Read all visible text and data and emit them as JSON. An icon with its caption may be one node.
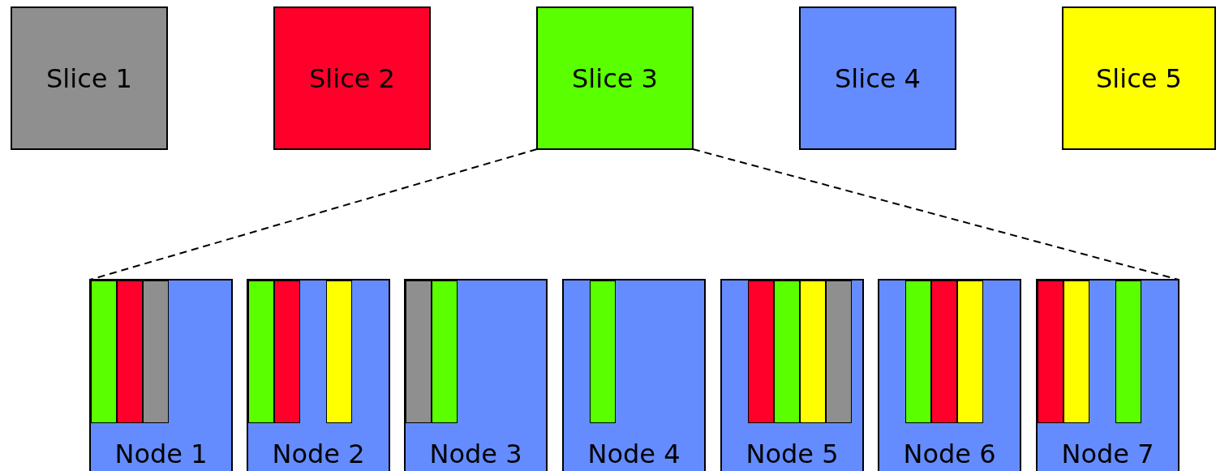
{
  "diagram": {
    "nodes": [
      {
        "text": [
          "Slice 1"
        ]
      },
      {
        "text": [
          "Slice 2"
        ]
      },
      {
        "text": [
          "Slice 3"
        ]
      },
      {
        "text": [
          "Slice 4"
        ]
      },
      {
        "text": [
          "Slice 5"
        ]
      },
      {
        "text": [
          "Node 1"
        ]
      },
      {
        "text": [],
        "shape": "bar",
        "in": 5
      },
      {
        "text": [],
        "shape": "bar",
        "in": 5
      },
      {
        "text": [],
        "shape": "bar",
        "in": 5
      },
      {
        "text": [
          "Node 2"
        ]
      },
      {
        "text": [],
        "shape": "bar",
        "in": 9
      },
      {
        "text": [],
        "shape": "bar",
        "in": 9
      },
      {
        "text": [],
        "shape": "bar",
        "in": 9
      },
      {
        "text": [
          "Node 3"
        ]
      },
      {
        "text": [],
        "shape": "bar",
        "in": 13
      },
      {
        "text": [],
        "shape": "bar",
        "in": 13
      },
      {
        "text": [
          "Node 4"
        ]
      },
      {
        "text": [],
        "shape": "bar",
        "in": 16
      },
      {
        "text": [
          "Node 5"
        ]
      },
      {
        "text": [],
        "shape": "bar",
        "in": 18
      },
      {
        "text": [],
        "shape": "bar",
        "in": 18
      },
      {
        "text": [],
        "shape": "bar",
        "in": 18
      },
      {
        "text": [],
        "shape": "bar",
        "in": 18
      },
      {
        "text": [
          "Node 6"
        ]
      },
      {
        "text": [],
        "shape": "bar",
        "in": 23
      },
      {
        "text": [],
        "shape": "bar",
        "in": 23
      },
      {
        "text": [],
        "shape": "bar",
        "in": 23
      },
      {
        "text": [
          "Node 7"
        ]
      },
      {
        "text": [],
        "shape": "bar",
        "in": 27
      },
      {
        "text": [],
        "shape": "bar",
        "in": 27
      },
      {
        "text": [],
        "shape": "bar",
        "in": 27
      }
    ],
    "edges": [
      {
        "from": 2,
        "to": 5,
        "arrow": "none",
        "style": "dashed"
      },
      {
        "from": 2,
        "to": 27,
        "arrow": "none",
        "style": "dashed"
      }
    ]
  }
}
